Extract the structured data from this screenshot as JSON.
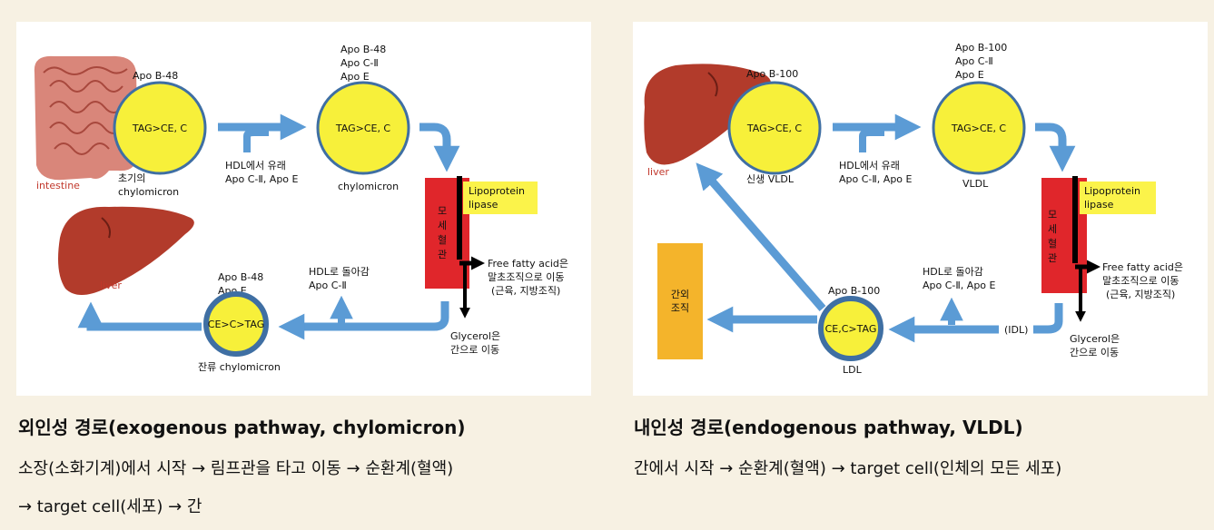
{
  "left": {
    "top_circle_apo": "Apo B-48",
    "top_circle_label": "TAG>CE, C",
    "intestine_label": "intestine",
    "early_label_1": "초기의",
    "early_label_2": "chylomicron",
    "hdl_label_1": "HDL에서 유래",
    "hdl_label_2": "Apo C-Ⅱ, Apo E",
    "second_apo_1": "Apo B-48",
    "second_apo_2": "Apo C-Ⅱ",
    "second_apo_3": "Apo E",
    "second_circle_label": "TAG>CE, C",
    "second_label": "chylomicron",
    "capillary_chars": [
      "모",
      "세",
      "혈",
      "관"
    ],
    "lipase_1": "Lipoprotein",
    "lipase_2": "lipase",
    "ffa_1": "Free fatty acid은",
    "ffa_2": "말초조직으로 이동",
    "ffa_3": "(근육, 지방조직)",
    "glycerol_1": "Glycerol은",
    "glycerol_2": "간으로 이동",
    "return_1": "HDL로 돌아감",
    "return_2": "Apo C-Ⅱ",
    "remnant_apo_1": "Apo B-48",
    "remnant_apo_2": "Apo E",
    "remnant_circle_label": "CE>C>TAG",
    "remnant_label": "잔류 chylomicron",
    "liver_label": "liver"
  },
  "right": {
    "liver_label": "liver",
    "top_circle_apo": "Apo B-100",
    "top_circle_label": "TAG>CE, C",
    "new_vldl_label": "신생 VLDL",
    "hdl_label_1": "HDL에서 유래",
    "hdl_label_2": "Apo C-Ⅱ, Apo E",
    "second_apo_1": "Apo B-100",
    "second_apo_2": "Apo C-Ⅱ",
    "second_apo_3": "Apo E",
    "second_circle_label": "TAG>CE, C",
    "second_label": "VLDL",
    "capillary_chars": [
      "모",
      "세",
      "혈",
      "관"
    ],
    "lipase_1": "Lipoprotein",
    "lipase_2": "lipase",
    "ffa_1": "Free fatty acid은",
    "ffa_2": "말초조직으로 이동",
    "ffa_3": "(근육, 지방조직)",
    "glycerol_1": "Glycerol은",
    "glycerol_2": "간으로 이동",
    "return_1": "HDL로 돌아감",
    "return_2": "Apo C-Ⅱ, Apo E",
    "idl_label": "(IDL)",
    "ldl_apo": "Apo B-100",
    "ldl_circle_label": "CE,C>TAG",
    "ldl_label": "LDL",
    "extrahepatic_1": "간외",
    "extrahepatic_2": "조직"
  },
  "captions": {
    "left_title": "외인성 경로(exogenous pathway, chylomicron)",
    "left_line1": "소장(소화기계)에서 시작 → 림프관을 타고 이동 → 순환계(혈액)",
    "left_line2": "→ target cell(세포) → 간",
    "right_title": "내인성 경로(endogenous pathway, VLDL)",
    "right_line1": "간에서 시작 → 순환계(혈액) → target cell(인체의 모든 세포)"
  },
  "colors": {
    "background": "#f7f1e3",
    "circle_fill": "#f7f03a",
    "circle_ring": "#3f6fa3",
    "arrow": "#5b9bd5",
    "capillary": "#e0262b",
    "lipase_box": "#fbf34a",
    "extrahepatic_box": "#f4b42b",
    "liver": "#b23b2b",
    "intestine": "#c96a5c",
    "organ_label": "#c1372b"
  }
}
